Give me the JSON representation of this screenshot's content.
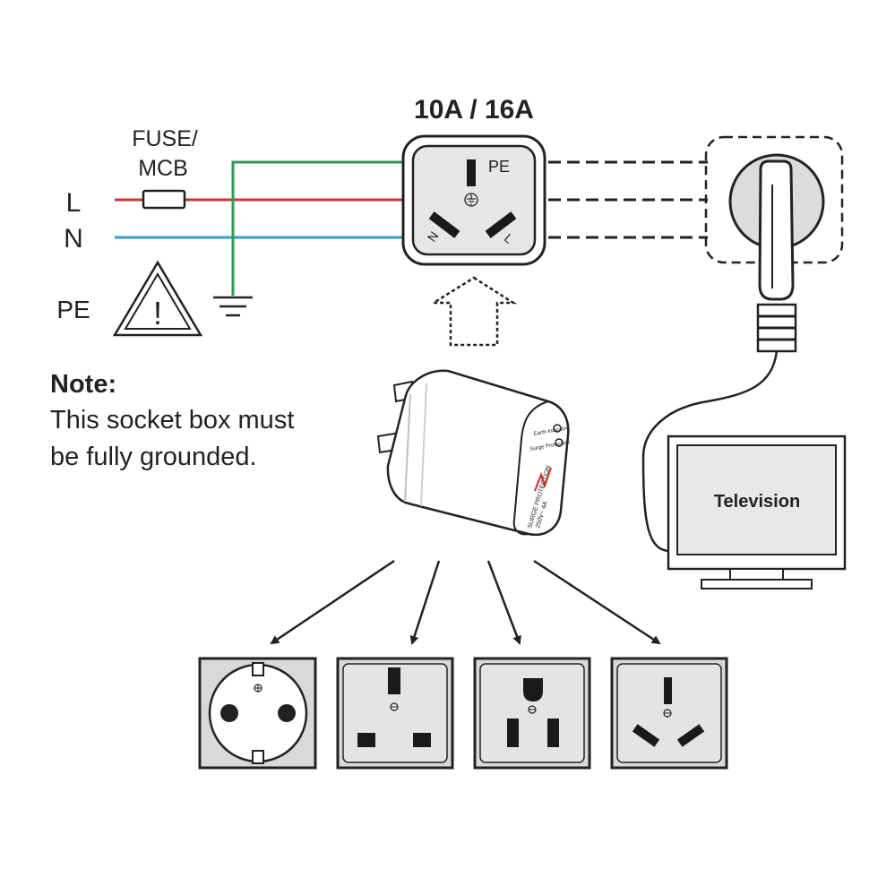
{
  "rating": "10A / 16A",
  "wiring": {
    "fuse_label_line1": "FUSE/",
    "fuse_label_line2": "MCB",
    "line_label": "L",
    "neutral_label": "N",
    "earth_label": "PE",
    "warning_mark": "!",
    "colors": {
      "line": "#c8383a",
      "neutral": "#2f9fc6",
      "earth": "#2f9a55"
    }
  },
  "socket": {
    "pe_label": "PE",
    "n_label": "N",
    "l_label": "L"
  },
  "note": {
    "title": "Note:",
    "line1": "This socket box must",
    "line2": "be fully grounded."
  },
  "adapter": {
    "indicator1": "Earth Indicator",
    "indicator2": "Surge Protection",
    "surge_line1": "SURGE PROTECTION",
    "surge_line2": "250V~ 4A"
  },
  "television": {
    "label": "Television"
  },
  "socket_types": [
    "schuko-socket",
    "uk-bs1363-socket",
    "us-nema-socket",
    "au-cn-socket"
  ]
}
